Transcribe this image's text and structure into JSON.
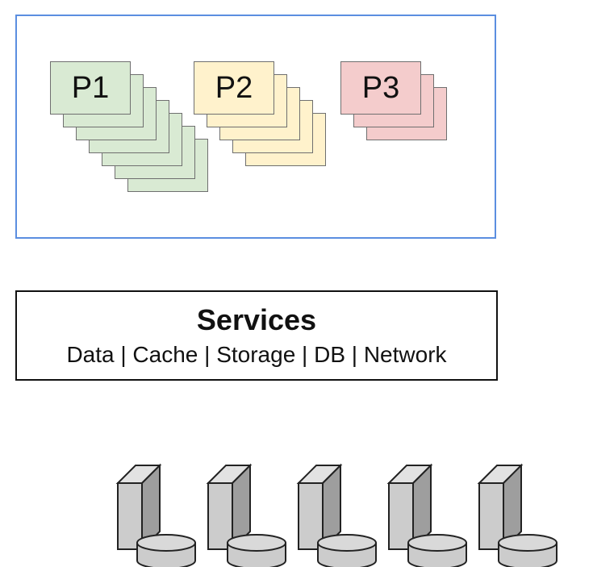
{
  "colors": {
    "frame": "#5b8ee0",
    "p1_fill": "#d9ead3",
    "p2_fill": "#fff2cc",
    "p3_fill": "#f4cccc",
    "server_fill": "#cccccc",
    "server_shade": "#9e9e9e"
  },
  "processes": [
    {
      "label": "P1",
      "copies": 7
    },
    {
      "label": "P2",
      "copies": 5
    },
    {
      "label": "P3",
      "copies": 3
    }
  ],
  "services": {
    "title": "Services",
    "list": "Data | Cache | Storage | DB | Network"
  },
  "servers": {
    "count": 5,
    "icon": "server-with-disk-icon"
  }
}
